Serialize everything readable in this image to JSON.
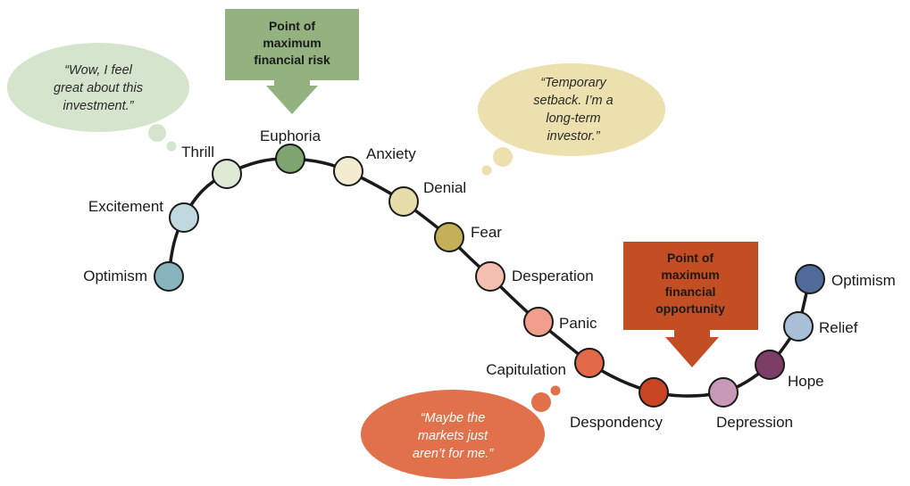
{
  "callouts": {
    "risk": {
      "lines": [
        "Point of",
        "maximum",
        "financial risk"
      ],
      "color": "#93b27f"
    },
    "opportunity": {
      "lines": [
        "Point of",
        "maximum",
        "financial",
        "opportunity"
      ],
      "color": "#c44e23"
    }
  },
  "bubbles": {
    "euphoric": {
      "lines": [
        "“Wow, I feel",
        "great about this",
        "investment.”"
      ],
      "color": "#d5e5cd"
    },
    "denial": {
      "lines": [
        "“Temporary",
        "setback. I’m a",
        "long-term",
        "investor.”"
      ],
      "color": "#ebe0ae"
    },
    "despair": {
      "lines": [
        "“Maybe the",
        "markets just",
        "aren’t for me.”"
      ],
      "color": "#e1714b"
    }
  },
  "stages": [
    {
      "label": "Optimism",
      "color": "#87b4bd"
    },
    {
      "label": "Excitement",
      "color": "#c0d9de"
    },
    {
      "label": "Thrill",
      "color": "#dfead5"
    },
    {
      "label": "Euphoria",
      "color": "#7ea56f"
    },
    {
      "label": "Anxiety",
      "color": "#f2ebcf"
    },
    {
      "label": "Denial",
      "color": "#e6dca8"
    },
    {
      "label": "Fear",
      "color": "#c4b057"
    },
    {
      "label": "Desperation",
      "color": "#f2bfb0"
    },
    {
      "label": "Panic",
      "color": "#ee9e8b"
    },
    {
      "label": "Capitulation",
      "color": "#e2684a"
    },
    {
      "label": "Despondency",
      "color": "#c74523"
    },
    {
      "label": "Depression",
      "color": "#c899b6"
    },
    {
      "label": "Hope",
      "color": "#7c3e66"
    },
    {
      "label": "Relief",
      "color": "#a9bfd8"
    },
    {
      "label": "Optimism",
      "color": "#4f6b9a"
    }
  ]
}
